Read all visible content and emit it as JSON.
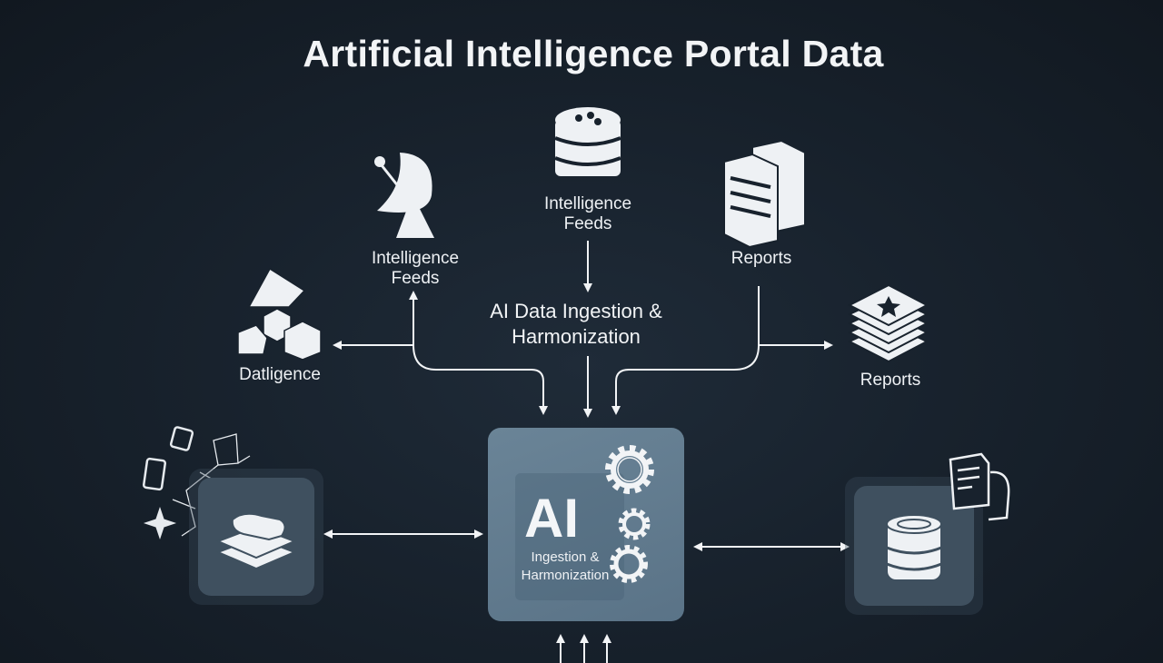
{
  "title": "Artificial Intelligence Portal Data",
  "nodes": {
    "satellite": {
      "line1": "Intelligence",
      "line2": "Feeds"
    },
    "database": {
      "line1": "Intelligence",
      "line2": "Feeds"
    },
    "servers": {
      "label": "Reports"
    },
    "cubes": {
      "label": "Datligence"
    },
    "stack": {
      "label": "Reports"
    }
  },
  "process": {
    "line1": "AI Data Ingestion &",
    "line2": "Harmonization"
  },
  "core": {
    "big": "AI",
    "line1": "Ingestion &",
    "line2": "Harmonization"
  },
  "colors": {
    "background": "#18222d",
    "core_box": "#5f7a8e",
    "side_box": "#3d4d5b",
    "line": "#f2f4f6"
  }
}
